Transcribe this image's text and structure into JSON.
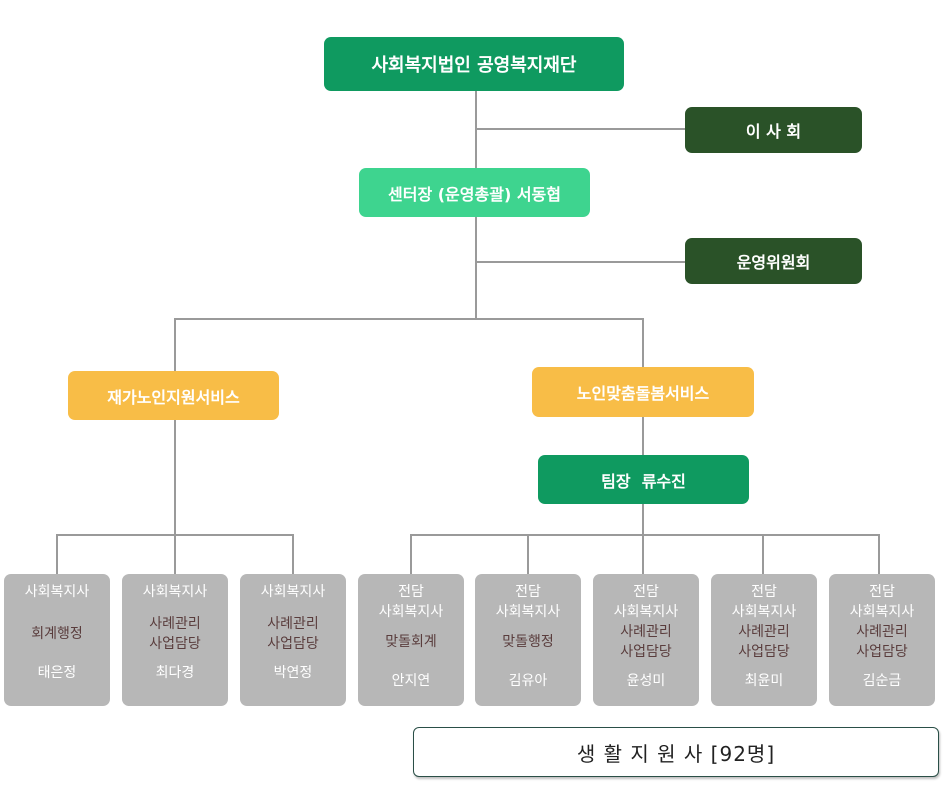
{
  "org": {
    "foundation": "사회복지법인 공영복지재단",
    "board": "이 사 회",
    "director": "센터장 (운영총괄) 서동협",
    "committee": "운영위원회",
    "dept_home": "재가노인지원서비스",
    "dept_custom": "노인맞춤돌봄서비스",
    "team_leader": "팀장  류수진"
  },
  "home_staff": [
    {
      "title": "사회복지사",
      "duty": [
        "회계행정"
      ],
      "name": "태은정"
    },
    {
      "title": "사회복지사",
      "duty": [
        "사례관리",
        "사업담당"
      ],
      "name": "최다경"
    },
    {
      "title": "사회복지사",
      "duty": [
        "사례관리",
        "사업담당"
      ],
      "name": "박연정"
    }
  ],
  "custom_staff": [
    {
      "title": [
        "전담",
        "사회복지사"
      ],
      "duty": [
        "맞돌회계"
      ],
      "name": "안지연"
    },
    {
      "title": [
        "전담",
        "사회복지사"
      ],
      "duty": [
        "맞돌행정"
      ],
      "name": "김유아"
    },
    {
      "title": [
        "전담",
        "사회복지사"
      ],
      "duty": [
        "사례관리",
        "사업담당"
      ],
      "name": "윤성미"
    },
    {
      "title": [
        "전담",
        "사회복지사"
      ],
      "duty": [
        "사례관리",
        "사업담당"
      ],
      "name": "최윤미"
    },
    {
      "title": [
        "전담",
        "사회복지사"
      ],
      "duty": [
        "사례관리",
        "사업담당"
      ],
      "name": "김순금"
    }
  ],
  "support_note": "생 활 지 원 사 [92명]"
}
